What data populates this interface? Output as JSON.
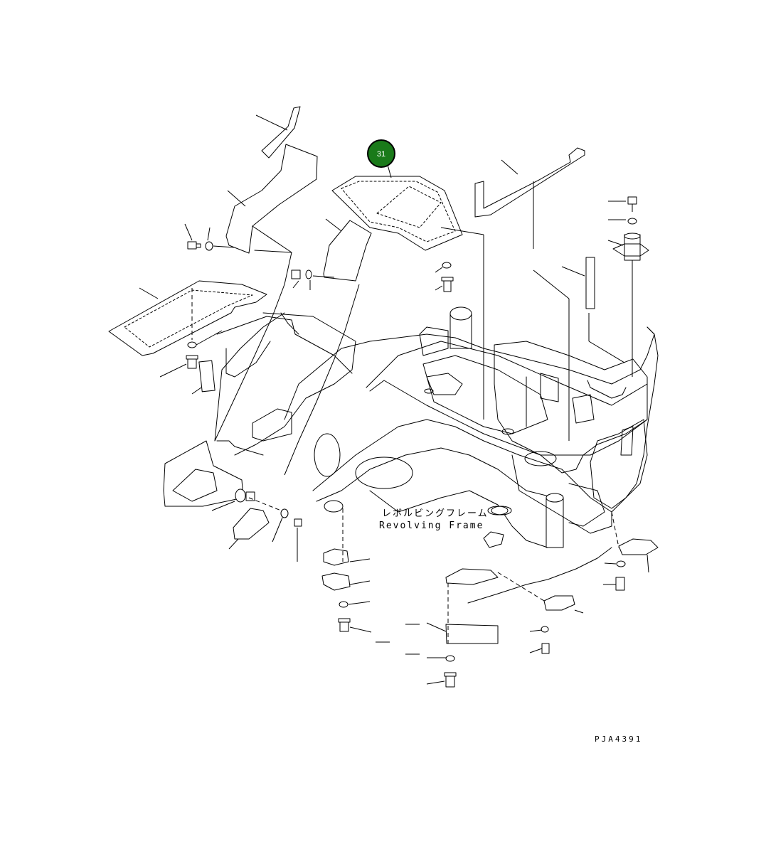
{
  "diagram": {
    "label_jp": "レボルビングフレーム",
    "label_en": "Revolving Frame",
    "drawing_code": "PJA4391",
    "callout": {
      "number": "31",
      "fill_color": "#1a7a1a",
      "ring_color": "#000000"
    }
  }
}
